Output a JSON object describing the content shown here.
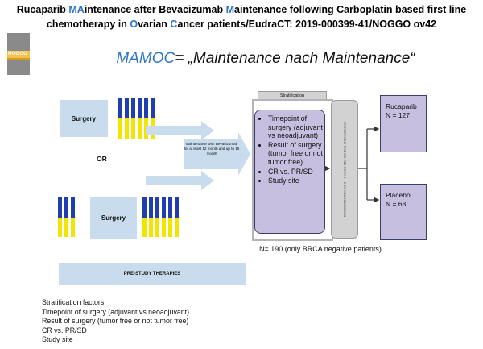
{
  "header": {
    "title_line1_parts": [
      "Rucaparib ",
      "MA",
      "intenance after Bevacizumab ",
      "M",
      "aintenance following Carboplatin based first line"
    ],
    "title_line2_parts": [
      "chemotherapy in ",
      "O",
      "varian ",
      "C",
      "ancer patients/EudraCT: 2019-000399-41/NOGGO ov42"
    ],
    "logo_text": "NOGGO"
  },
  "acronym": {
    "name": "MAMOC",
    "expansion": "= „Maintenance nach Maintenance“"
  },
  "diagram": {
    "surgery_top": "Surgery",
    "surgery_bottom": "Surgery",
    "or_label": "OR",
    "maintenance_text": "Maintenance with Bevacizumab for at least 12 month and up to 15 month",
    "stratification_label": "Stratification",
    "stratification_items": [
      "Timepoint of surgery (adjuvant vs neoadjuvant)",
      "Result of surgery (tumor free or not tumor free)",
      "CR vs. PR/SD",
      "Study site"
    ],
    "randomisation_text": "RANDOMISATION 2:1 3 – 9 weeks after last dose of Bevacizumab",
    "arms": [
      {
        "name": "Rucaparib",
        "n": "N = 127"
      },
      {
        "name": "Placebo",
        "n": "N = 63"
      }
    ],
    "total": "N= 190 (only BRCA negative patients)",
    "prestudy_label": "PRE-STUDY THERAPIES",
    "colors": {
      "chemo_blue": "#1f3fb0",
      "chemo_yellow": "#f2e600",
      "light_blue": "#c8dcee",
      "purple_box": "#c7bfe0",
      "accent_blue": "#2e75c6"
    }
  },
  "stratification_factors": {
    "heading": "Stratification factors:",
    "items": [
      "Timepoint of surgery (adjuvant vs neoadjuvant)",
      "Result of surgery (tumor free or not tumor free)",
      "CR vs. PR/SD",
      "Study site"
    ]
  }
}
